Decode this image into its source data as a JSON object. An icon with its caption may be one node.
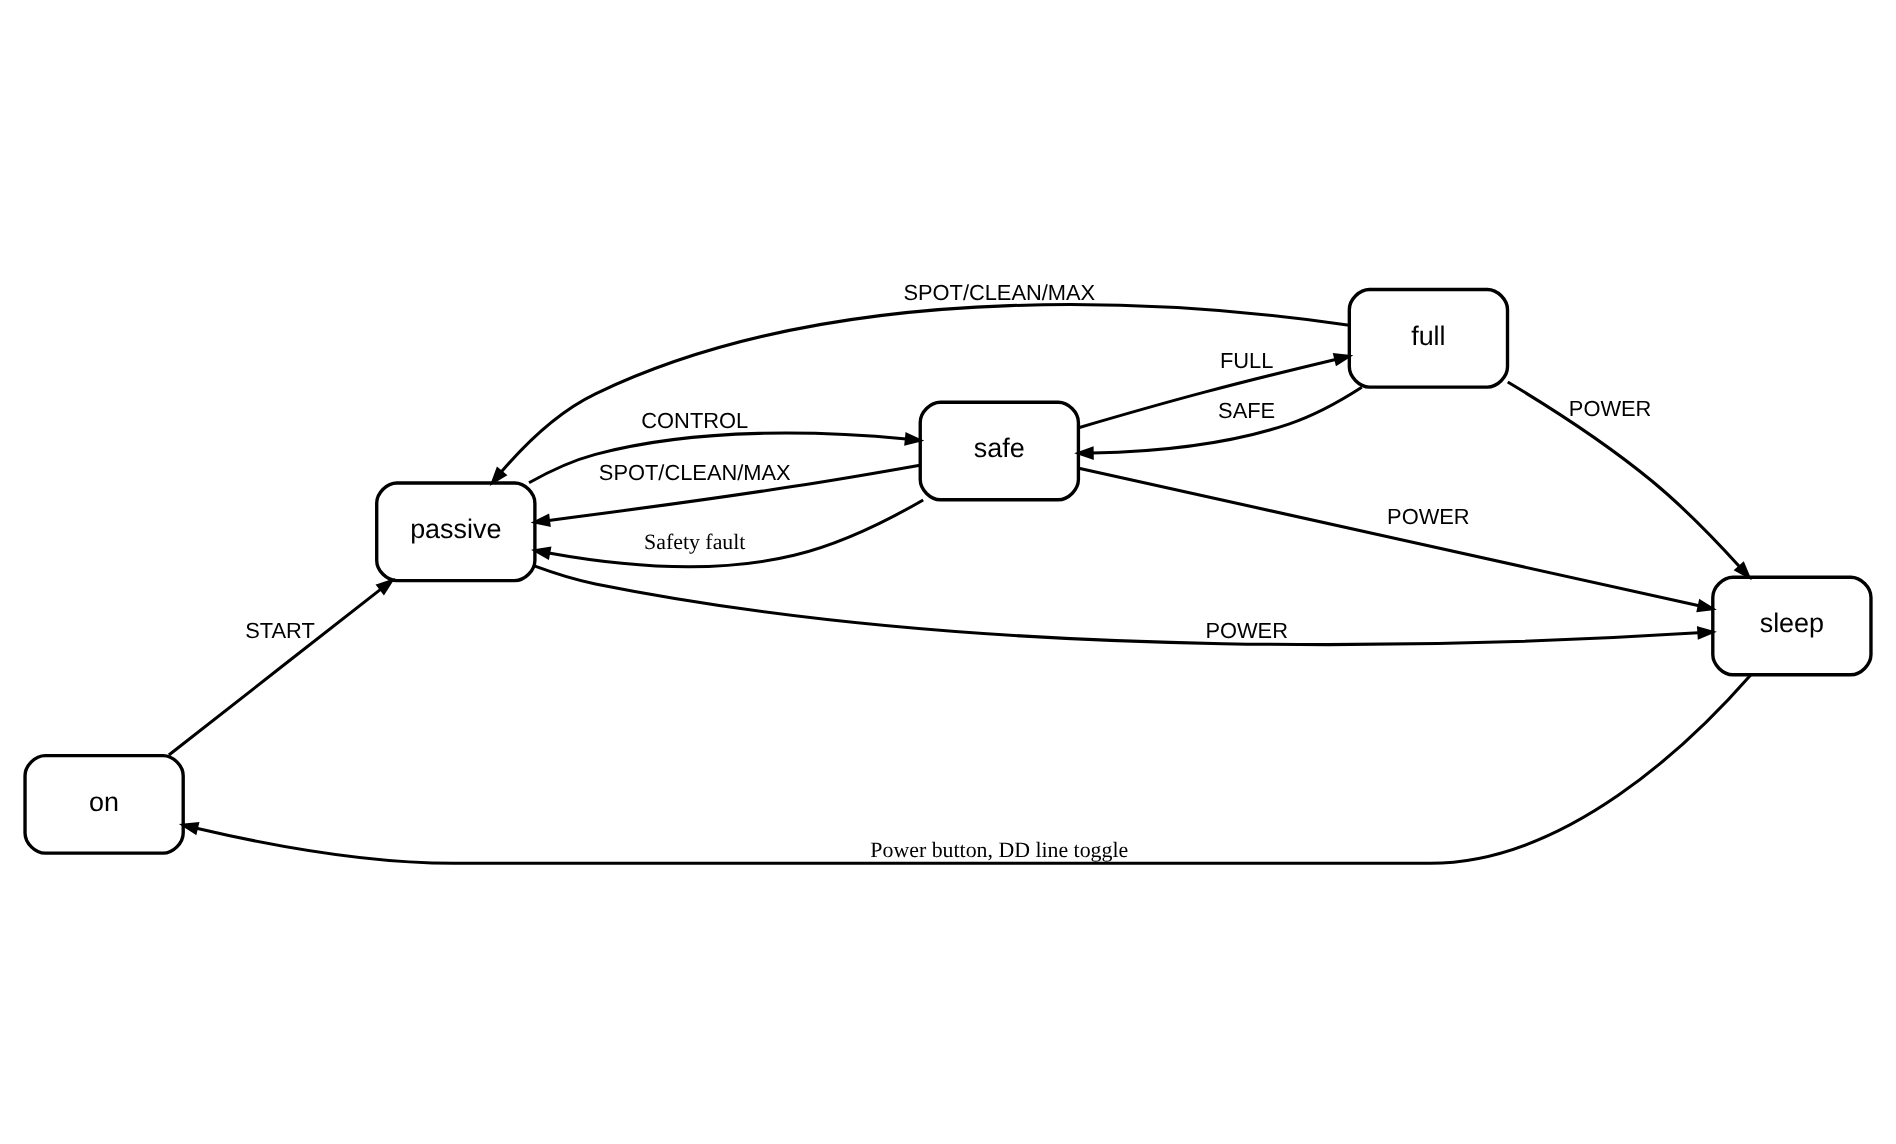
{
  "diagram": {
    "nodes": [
      {
        "text": [
          "on"
        ]
      },
      {
        "text": [
          "passive"
        ]
      },
      {
        "text": [
          "safe"
        ]
      },
      {
        "text": [
          "sleep"
        ]
      },
      {
        "text": [
          "full"
        ]
      }
    ],
    "edges": [
      {
        "from": 3,
        "to": 0,
        "arrow": "to",
        "label": "Power button, DD line toggle"
      },
      {
        "from": 0,
        "to": 1,
        "arrow": "to",
        "label": "START"
      },
      {
        "from": 2,
        "to": 1,
        "arrow": "to",
        "label": "SPOT/CLEAN/MAX"
      },
      {
        "from": 1,
        "to": 2,
        "arrow": "to",
        "label": "CONTROL"
      },
      {
        "from": 2,
        "to": 1,
        "arrow": "to",
        "label": "Safety fault"
      },
      {
        "from": 1,
        "to": 3,
        "arrow": "to",
        "label": "POWER"
      },
      {
        "from": 4,
        "to": 1,
        "arrow": "to",
        "label": "SPOT/CLEAN/MAX"
      },
      {
        "from": 2,
        "to": 4,
        "arrow": "to",
        "label": "FULL"
      },
      {
        "from": 4,
        "to": 2,
        "arrow": "to",
        "label": "SAFE"
      },
      {
        "from": 4,
        "to": 3,
        "arrow": "to",
        "label": "POWER"
      },
      {
        "from": 2,
        "to": 3,
        "arrow": "to",
        "label": "POWER"
      }
    ]
  }
}
